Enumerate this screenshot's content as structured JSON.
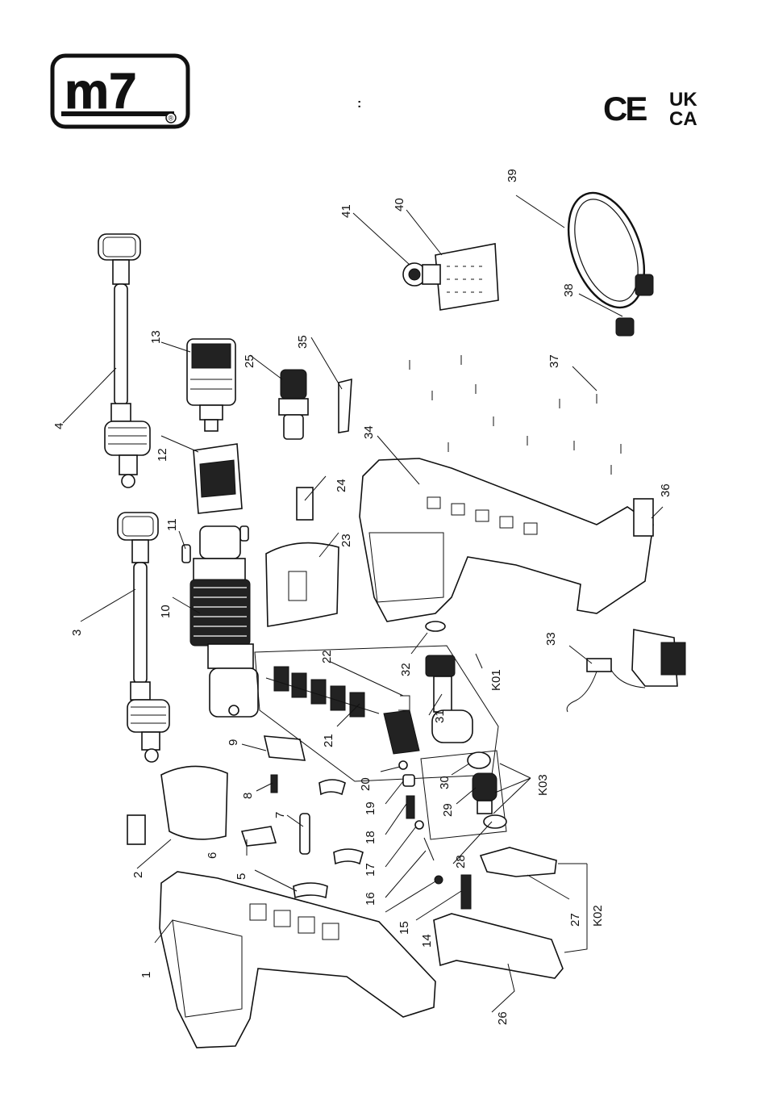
{
  "brand": {
    "logo_text": "m7",
    "registered_mark": "®"
  },
  "header": {
    "separator": ":"
  },
  "certifications": {
    "ce": "CE",
    "uk_line1": "UK",
    "uk_line2": "CA"
  },
  "labels": {
    "p1": "1",
    "p2": "2",
    "p3": "3",
    "p4": "4",
    "p5": "5",
    "p6": "6",
    "p7": "7",
    "p8": "8",
    "p9": "9",
    "p10": "10",
    "p11": "11",
    "p12": "12",
    "p13": "13",
    "p14": "14",
    "p15": "15",
    "p16": "16",
    "p17": "17",
    "p18": "18",
    "p19": "19",
    "p20": "20",
    "p21": "21",
    "p22": "22",
    "p23": "23",
    "p24": "24",
    "p25": "25",
    "p26": "26",
    "p27": "27",
    "p28": "28",
    "p29": "29",
    "p30": "30",
    "p31": "31",
    "p32": "32",
    "p33": "33",
    "p34": "34",
    "p35": "35",
    "p36": "36",
    "p37": "37",
    "p38": "38",
    "p39": "39",
    "p40": "40",
    "p41": "41",
    "k01": "K01",
    "k02": "K02",
    "k03": "K03"
  }
}
